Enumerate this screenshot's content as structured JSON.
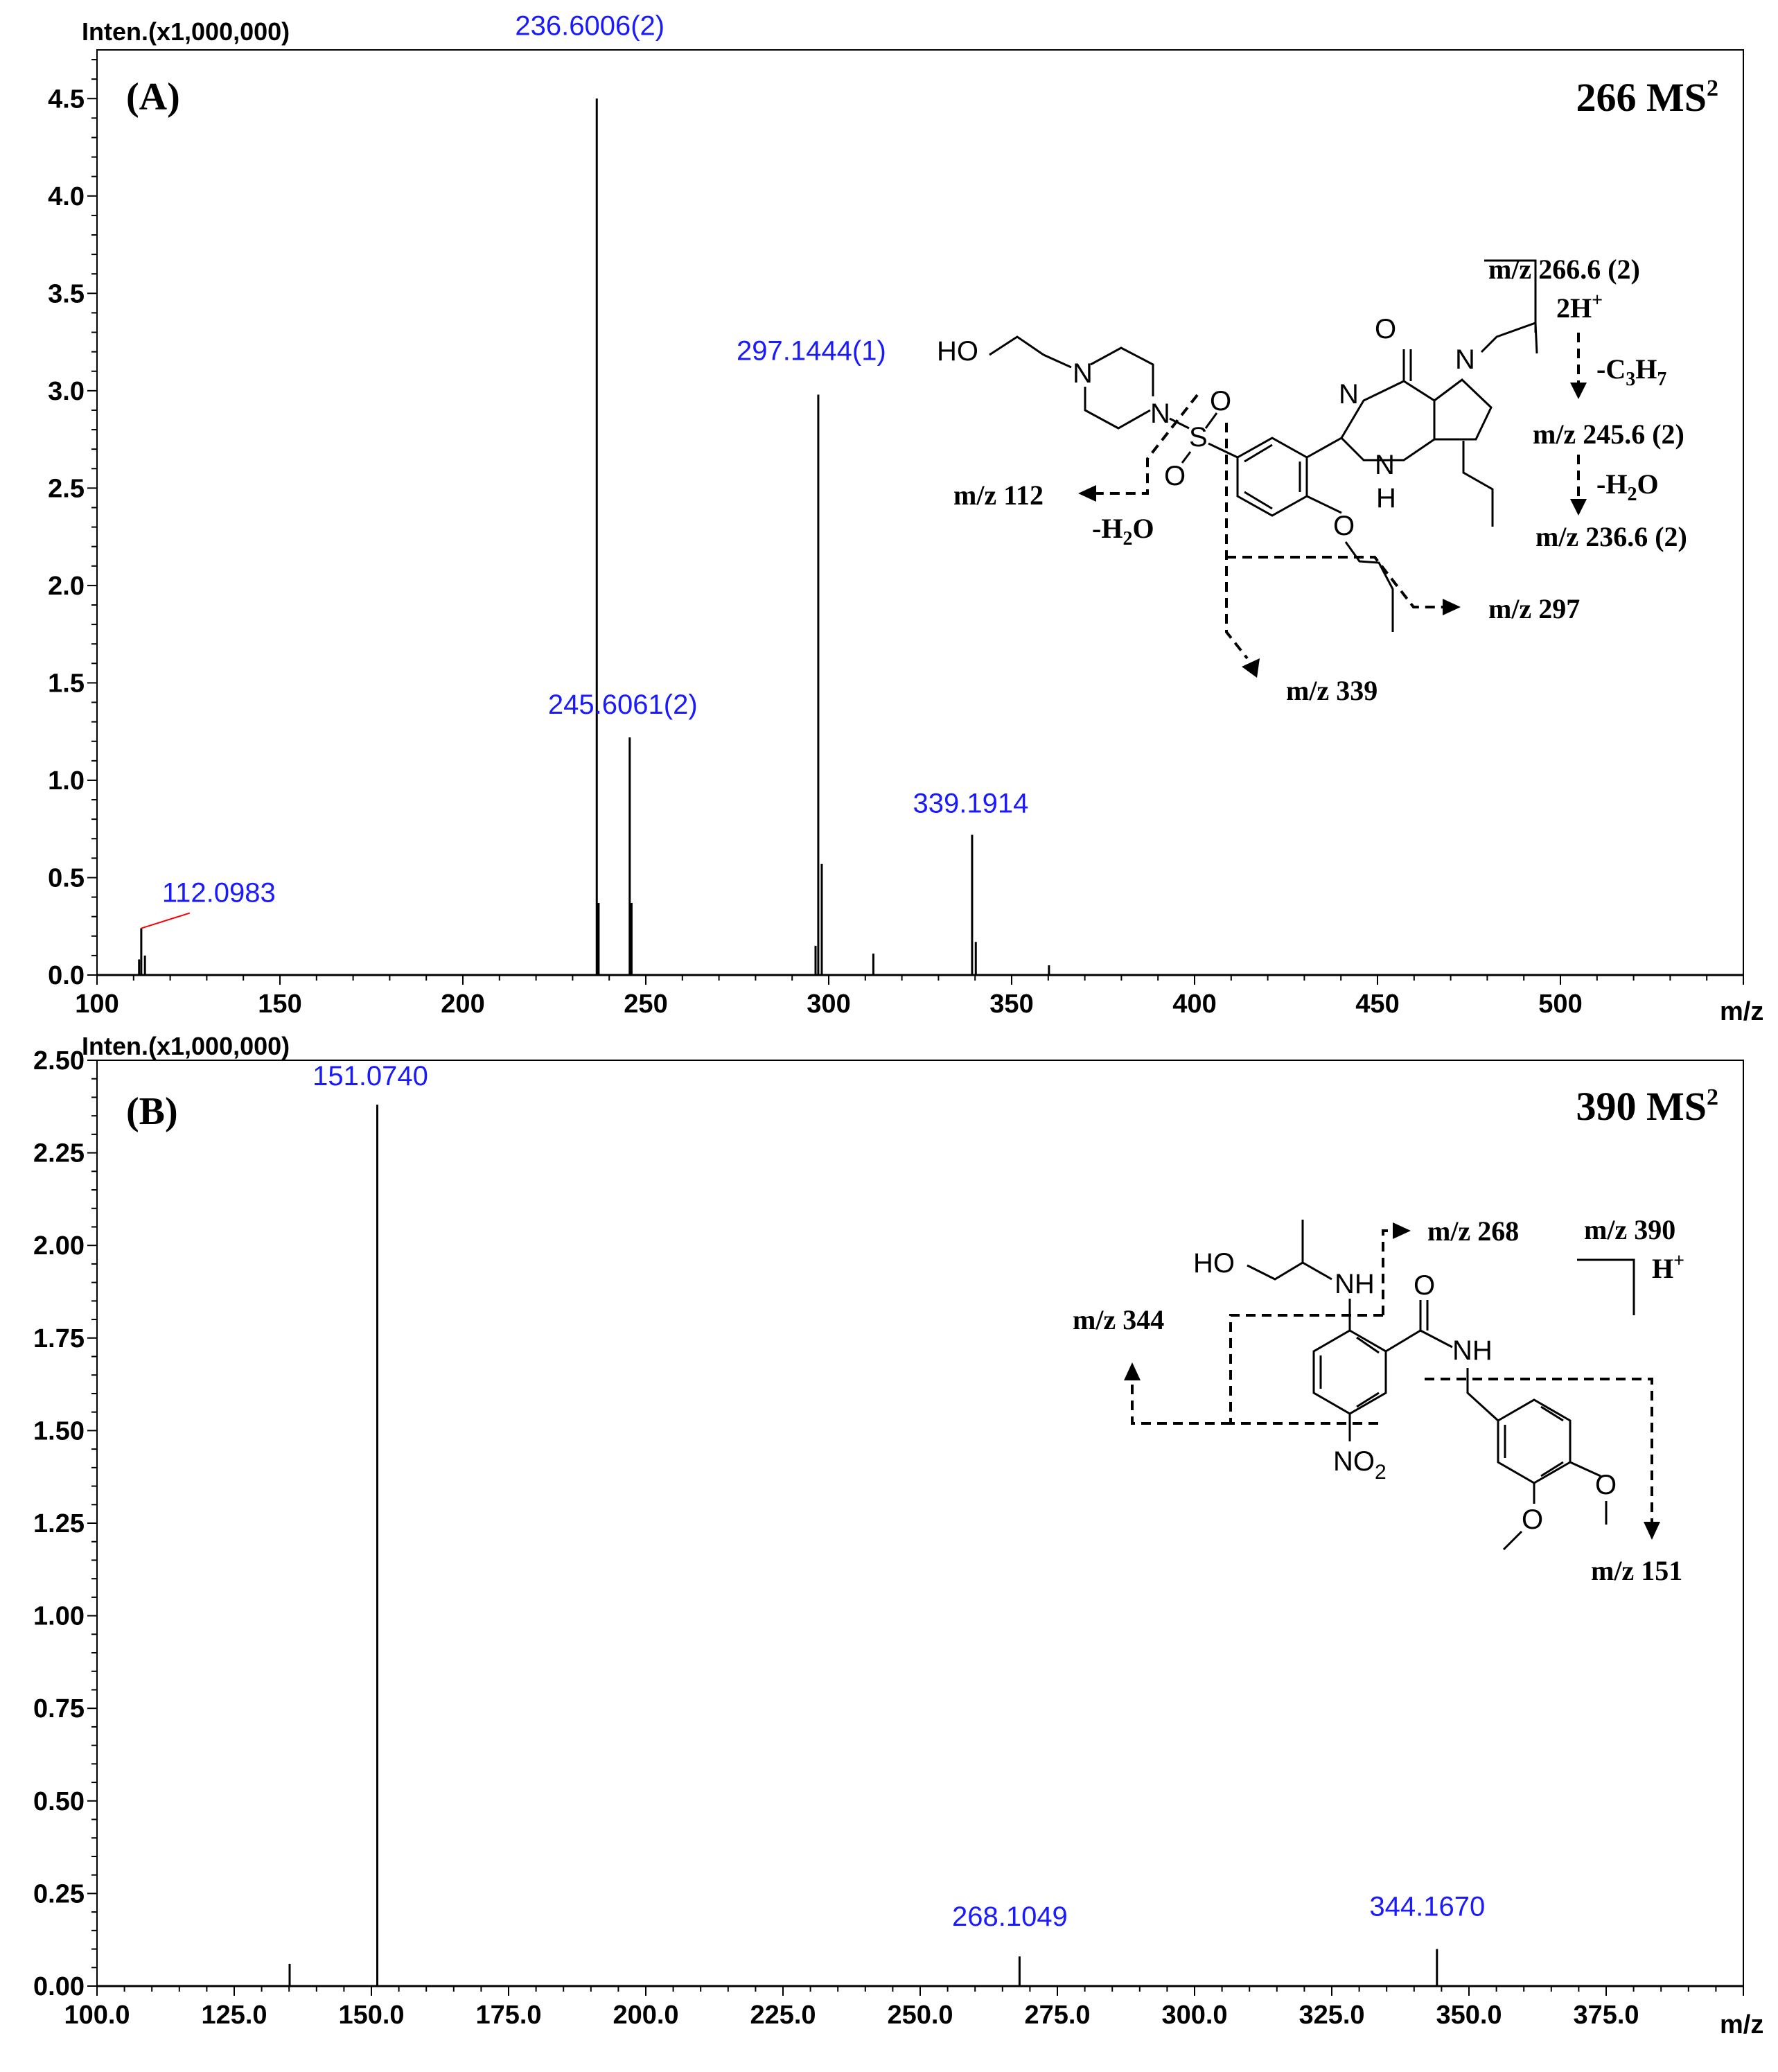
{
  "chart_data": [
    {
      "type": "bar",
      "panel_label": "(A)",
      "ms_label": "266 MS",
      "ms_label_sup": "2",
      "y_axis_title": "Inten.(x1,000,000)",
      "x_axis_unit": "m/z",
      "xlim": [
        100,
        550
      ],
      "ylim": [
        0,
        4.75
      ],
      "x_ticks": [
        100,
        150,
        200,
        250,
        300,
        350,
        400,
        450,
        500
      ],
      "x_tick_labels": [
        "100",
        "150",
        "200",
        "250",
        "300",
        "350",
        "400",
        "450",
        "500"
      ],
      "y_ticks": [
        0,
        0.5,
        1,
        1.5,
        2,
        2.5,
        3,
        3.5,
        4,
        4.5
      ],
      "y_tick_labels": [
        "0.0",
        "0.5",
        "1.0",
        "1.5",
        "2.0",
        "2.5",
        "3.0",
        "3.5",
        "4.0",
        "4.5"
      ],
      "peaks": [
        {
          "mz": 111.5,
          "intensity": 0.08
        },
        {
          "mz": 112.0983,
          "intensity": 0.24
        },
        {
          "mz": 113.1,
          "intensity": 0.1
        },
        {
          "mz": 236.6006,
          "intensity": 4.5
        },
        {
          "mz": 237.1,
          "intensity": 0.37
        },
        {
          "mz": 245.6061,
          "intensity": 1.22
        },
        {
          "mz": 246.1,
          "intensity": 0.37
        },
        {
          "mz": 297.1444,
          "intensity": 2.98
        },
        {
          "mz": 296.4,
          "intensity": 0.15
        },
        {
          "mz": 298.1,
          "intensity": 0.57
        },
        {
          "mz": 312.2,
          "intensity": 0.11
        },
        {
          "mz": 339.1914,
          "intensity": 0.72
        },
        {
          "mz": 340.2,
          "intensity": 0.17
        },
        {
          "mz": 360.2,
          "intensity": 0.05
        }
      ],
      "peak_labels": [
        {
          "mz": 112.0983,
          "intensity": 0.24,
          "text": "112.0983",
          "leader": true
        },
        {
          "mz": 236.6006,
          "intensity": 4.5,
          "text": "236.6006(2)"
        },
        {
          "mz": 245.6061,
          "intensity": 1.22,
          "text": "245.6061(2)"
        },
        {
          "mz": 297.1444,
          "intensity": 2.98,
          "text": "297.1444(1)"
        },
        {
          "mz": 339.1914,
          "intensity": 0.72,
          "text": "339.1914"
        }
      ],
      "structure": {
        "ho": "HO",
        "n": "N",
        "o": "O",
        "s": "S",
        "h": "H",
        "ions": {
          "parent": "m/z 266.6 (2)",
          "charge": "2H",
          "charge_sup": "+",
          "loss_propyl": "-C",
          "loss_propyl_sub1": "3",
          "loss_propyl_mid": "H",
          "loss_propyl_sub2": "7",
          "ion_245": "m/z 245.6 (2)",
          "loss_water": "-H",
          "loss_water_sub": "2",
          "loss_water_end": "O",
          "ion_236": "m/z 236.6 (2)",
          "ion_112": "m/z 112",
          "ion_112_loss": "-H",
          "ion_112_loss_sub": "2",
          "ion_112_loss_end": "O",
          "ion_297": "m/z 297",
          "ion_339": "m/z 339"
        }
      }
    },
    {
      "type": "bar",
      "panel_label": "(B)",
      "ms_label": "390 MS",
      "ms_label_sup": "2",
      "y_axis_title": "Inten.(x1,000,000)",
      "x_axis_unit": "m/z",
      "xlim": [
        100,
        400
      ],
      "ylim": [
        0,
        2.5
      ],
      "x_ticks": [
        100,
        125,
        150,
        175,
        200,
        225,
        250,
        275,
        300,
        325,
        350,
        375
      ],
      "x_tick_labels": [
        "100.0",
        "125.0",
        "150.0",
        "175.0",
        "200.0",
        "225.0",
        "250.0",
        "275.0",
        "300.0",
        "325.0",
        "350.0",
        "375.0"
      ],
      "y_ticks": [
        0,
        0.25,
        0.5,
        0.75,
        1,
        1.25,
        1.5,
        1.75,
        2,
        2.25,
        2.5
      ],
      "y_tick_labels": [
        "0.00",
        "0.25",
        "0.50",
        "0.75",
        "1.00",
        "1.25",
        "1.50",
        "1.75",
        "2.00",
        "2.25",
        "2.50"
      ],
      "peaks": [
        {
          "mz": 135.1,
          "intensity": 0.06
        },
        {
          "mz": 151.074,
          "intensity": 2.38
        },
        {
          "mz": 268.1049,
          "intensity": 0.08
        },
        {
          "mz": 344.167,
          "intensity": 0.1
        }
      ],
      "peak_labels": [
        {
          "mz": 151.074,
          "intensity": 2.38,
          "text": "151.0740"
        },
        {
          "mz": 268.1049,
          "intensity": 0.08,
          "text": "268.1049"
        },
        {
          "mz": 344.167,
          "intensity": 0.1,
          "text": "344.1670"
        }
      ],
      "structure": {
        "ho": "HO",
        "nh": "NH",
        "o": "O",
        "no2": "NO",
        "no2_sub": "2",
        "ions": {
          "parent": "m/z 390",
          "charge": "H",
          "charge_sup": "+",
          "ion_268": "m/z 268",
          "ion_344": "m/z 344",
          "ion_151": "m/z 151"
        }
      }
    }
  ]
}
